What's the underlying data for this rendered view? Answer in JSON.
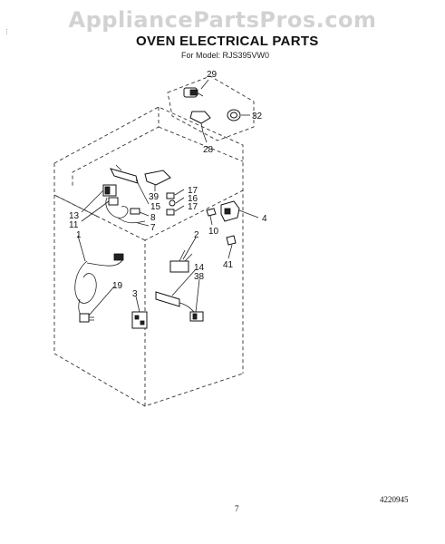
{
  "header": {
    "watermark": "AppliancePartsPros.com",
    "title": "OVEN ELECTRICAL PARTS",
    "subtitle": "For Model: RJS395VW0"
  },
  "margin_mark": "⋮",
  "footer": {
    "page_number": "7",
    "document_number": "4220945"
  },
  "callouts": {
    "c29": "29",
    "c32": "32",
    "c28": "28",
    "c39": "39",
    "c17a": "17",
    "c16": "16",
    "c17b": "17",
    "c13": "13",
    "c11": "11",
    "c15": "15",
    "c8": "8",
    "c7": "7",
    "c10": "10",
    "c4": "4",
    "c2": "2",
    "c1": "1",
    "c41": "41",
    "c14": "14",
    "c38": "38",
    "c19": "19",
    "c3": "3"
  }
}
